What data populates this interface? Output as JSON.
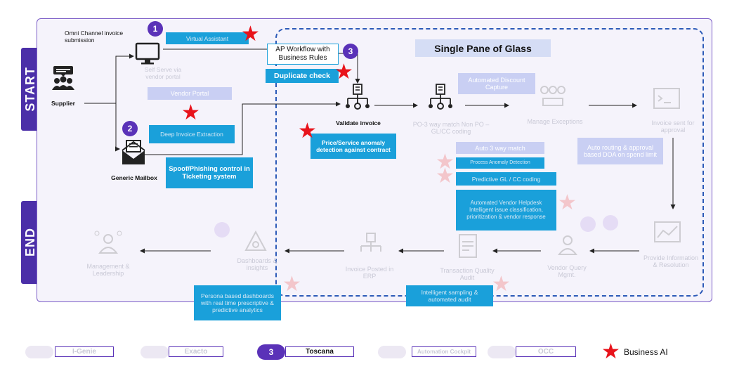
{
  "tags": {
    "start": "START",
    "end": "END"
  },
  "header": {
    "omni": "Omni Channel invoice submission",
    "single_pane": "Single Pane of Glass"
  },
  "numbers": {
    "n1": "1",
    "n2": "2",
    "n3": "3"
  },
  "nodes": {
    "supplier": "Supplier",
    "self_serve": "Self Serve via vendor portal",
    "mailbox": "Generic Mailbox",
    "validate": "Validate invoice",
    "po_match": "PO-3 way match Non PO – GL/CC coding",
    "manage_exceptions": "Manage Exceptions",
    "invoice_sent": "Invoice sent for approval",
    "provide_info": "Provide Information & Resolution",
    "vendor_query": "Vendor Query Mgmt.",
    "transaction_audit": "Transaction Quality Audit",
    "invoice_posted": "Invoice Posted in ERP",
    "dashboards": "Dashboards & insights",
    "management": "Management & Leadership"
  },
  "boxes": {
    "virtual_assistant": "Virtual Assistant",
    "ap_workflow": "AP Workflow with Business Rules",
    "duplicate_check": "Duplicate check",
    "vendor_portal": "Vendor Portal",
    "deep_extraction": "Deep Invoice Extraction",
    "spoof": "Spoof/Phishing control in Ticketing system",
    "price_anomaly": "Price/Service anomaly detection against contract",
    "automated_discount": "Automated Discount Capture",
    "auto_routing": "Auto routing & approval based DOA on spend limit",
    "auto_3way": "Auto 3 way match",
    "process_anomaly": "Process Anomaly Detection",
    "predictive_gl": "Predictive GL / CC coding",
    "automated_helpdesk": "Automated Vendor Helpdesk Intelligent issue classification, prioritization & vendor response",
    "persona": "Persona based dashboards with real time prescriptive & predictive analytics",
    "intelligent_sampling": "Intelligent sampling & automated audit"
  },
  "legend": {
    "igenie": "I-Genie",
    "exacto": "Exacto",
    "toscana_num": "3",
    "toscana": "Toscana",
    "automation": "Automation Cockpit",
    "occ": "OCC",
    "business_ai": "Business AI"
  },
  "colors": {
    "accent": "#5a32b8",
    "tag": "#4b2fa8",
    "blue_box": "#1aa0da",
    "dashed": "#2c5ab8",
    "star": "#e8131b"
  }
}
